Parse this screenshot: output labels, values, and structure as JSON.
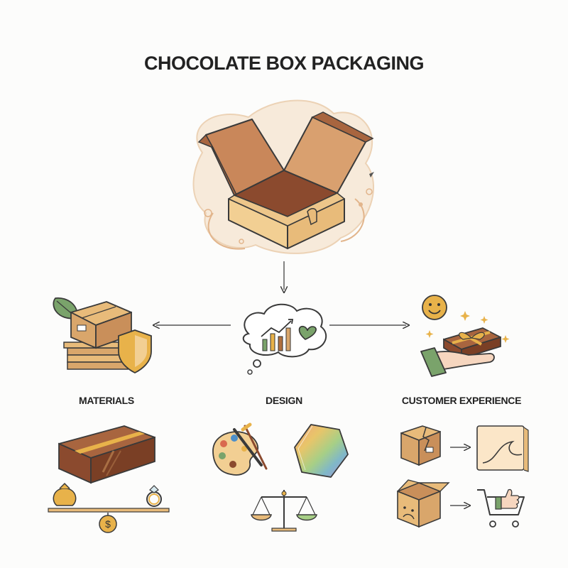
{
  "title": "CHOCOLATE BOX PACKAGING",
  "sections": {
    "materials": "MATERIALS",
    "design": "DESIGN",
    "customer_experience": "CUSTOMER EXPERIENCE"
  },
  "colors": {
    "cardboard": "#d9a66b",
    "cardboard_light": "#f2cf93",
    "chocolate": "#8b4a2e",
    "outline": "#3a3a3a",
    "green": "#7aa36b",
    "gold": "#e8b24a"
  },
  "icons": {
    "currency_symbol": "$"
  }
}
